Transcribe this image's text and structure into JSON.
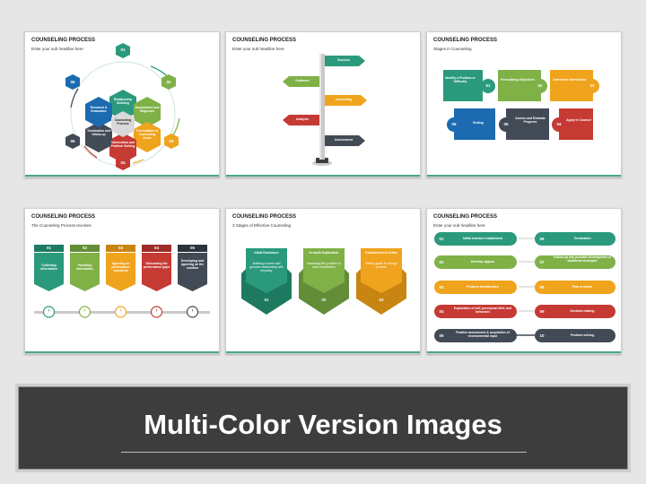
{
  "slides": [
    {
      "title": "COUNSELING PROCESS",
      "subtitle": "Enter your sub headline here",
      "center": "Counseling Process",
      "steps": [
        {
          "num": "01",
          "label": "Relationship Building",
          "color": "#2b9a7c"
        },
        {
          "num": "02",
          "label": "Assessment and Diagnosis",
          "color": "#7fb147"
        },
        {
          "num": "03",
          "label": "Formulation of Counseling Goals",
          "color": "#f0a31c"
        },
        {
          "num": "04",
          "label": "Intervention and Problem Solving",
          "color": "#c63a34"
        },
        {
          "num": "05",
          "label": "Termination and follow-up",
          "color": "#414a55"
        },
        {
          "num": "06",
          "label": "Research & Evaluation",
          "color": "#1c6bb0"
        }
      ]
    },
    {
      "title": "COUNSELING PROCESS",
      "subtitle": "Enter your sub headline here",
      "signs": [
        {
          "label": "Success",
          "color": "#2b9a7c"
        },
        {
          "label": "Guidance",
          "color": "#7fb147"
        },
        {
          "label": "Counseling",
          "color": "#f0a31c"
        },
        {
          "label": "Analysis",
          "color": "#c63a34"
        },
        {
          "label": "Assessment",
          "color": "#414a55"
        }
      ]
    },
    {
      "title": "COUNSELING PROCESS",
      "subtitle": "Stages in Counseling",
      "stages": [
        {
          "num": "01",
          "label": "Identify a Problem or Difficulty",
          "color": "#2b9a7c"
        },
        {
          "num": "02",
          "label": "Formulating Objectives",
          "color": "#7fb147"
        },
        {
          "num": "03",
          "label": "Determine Intervention",
          "color": "#f0a31c"
        },
        {
          "num": "04",
          "label": "Apply in Counsel",
          "color": "#c63a34"
        },
        {
          "num": "05",
          "label": "Assess and Evaluate Progress",
          "color": "#414a55"
        },
        {
          "num": "06",
          "label": "Ending",
          "color": "#1c6bb0"
        }
      ]
    },
    {
      "title": "COUNSELING PROCESS",
      "subtitle": "The Counseling Process Involves",
      "items": [
        {
          "num": "01",
          "label": "Collecting information",
          "color": "#2b9a7c"
        },
        {
          "num": "02",
          "label": "Providing information",
          "color": "#7fb147"
        },
        {
          "num": "03",
          "label": "Agreeing on performance standards",
          "color": "#f0a31c"
        },
        {
          "num": "04",
          "label": "Discussing the performance gaps",
          "color": "#c63a34"
        },
        {
          "num": "05",
          "label": "Developing and agreeing on the solution",
          "color": "#414a55"
        }
      ]
    },
    {
      "title": "COUNSELING PROCESS",
      "subtitle": "3 Stages of Effective Counseling",
      "stages": [
        {
          "num": "01",
          "label": "Initial Disclosure",
          "desc": "Building a warm and genuine relationship with empathy",
          "color": "#2b9a7c"
        },
        {
          "num": "02",
          "label": "In-depth Exploration",
          "desc": "Assessing the problem to ease clarification",
          "color": "#7fb147"
        },
        {
          "num": "03",
          "label": "Commitment to Action",
          "desc": "Setting goals to change process",
          "color": "#f0a31c"
        }
      ]
    },
    {
      "title": "COUNSELING PROCESS",
      "subtitle": "Enter your sub headline here",
      "left": [
        {
          "num": "01",
          "label": "Initial structure established",
          "color": "#2b9a7c"
        },
        {
          "num": "02",
          "label": "Develop rapport",
          "color": "#7fb147"
        },
        {
          "num": "03",
          "label": "Problem identification",
          "color": "#f0a31c"
        },
        {
          "num": "04",
          "label": "Exploration of self, perceptual field, and behaviors",
          "color": "#c63a34"
        },
        {
          "num": "05",
          "label": "Positive assessment & acquisition of environmental input",
          "color": "#414a55"
        }
      ],
      "right": [
        {
          "num": "06",
          "label": "Termination",
          "color": "#2b9a7c"
        },
        {
          "num": "07",
          "label": "Follow-up and possible development of additional strategies",
          "color": "#7fb147"
        },
        {
          "num": "08",
          "label": "Plan of action",
          "color": "#f0a31c"
        },
        {
          "num": "09",
          "label": "Decision making",
          "color": "#c63a34"
        },
        {
          "num": "10",
          "label": "Problem solving",
          "color": "#414a55"
        }
      ]
    }
  ],
  "banner": {
    "title": "Multi-Color Version Images"
  }
}
